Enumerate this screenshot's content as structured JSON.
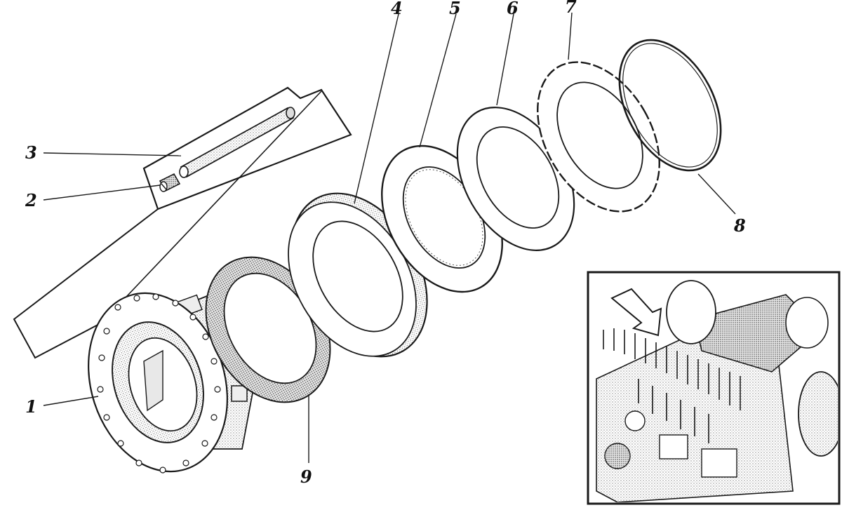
{
  "labels": {
    "c1": "1",
    "c2": "2",
    "c3": "3",
    "c4": "4",
    "c5": "5",
    "c6": "6",
    "c7": "7",
    "c8": "8",
    "c9": "9"
  },
  "colors": {
    "ink": "#1a1a1a",
    "paper": "#ffffff",
    "shade": "#d4d4d4"
  }
}
